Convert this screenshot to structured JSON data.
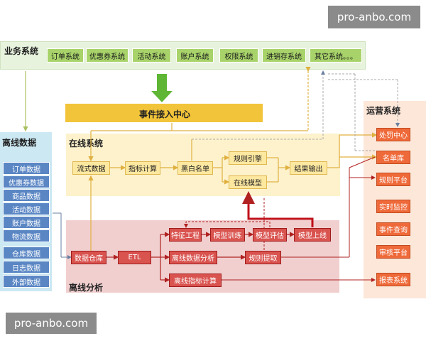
{
  "watermark_top": "pro-anbo.com",
  "watermark_bottom": "pro-anbo.com",
  "business": {
    "title": "业务系统",
    "systems": [
      "订单系统",
      "优惠券系统",
      "活动系统",
      "账户系统",
      "权限系统",
      "进销存系统",
      "其它系统。。。"
    ]
  },
  "event_center": "事件接入中心",
  "offline_data": {
    "title": "离线数据",
    "items": [
      "订单数据",
      "优惠券数据",
      "商品数据",
      "活动数据",
      "账户数据",
      "物流数据",
      "仓库数据",
      "日志数据",
      "外部数据"
    ]
  },
  "online": {
    "title": "在线系统",
    "flow": "流式数据",
    "metric": "指标计算",
    "blackwhite": "黑白名单",
    "rule_engine": "规则引擎",
    "online_model": "在线模型",
    "output": "结果输出"
  },
  "offline_analysis": {
    "title": "离线分析",
    "warehouse": "数据仓库",
    "etl": "ETL",
    "feature": "特征工程",
    "train": "模型训练",
    "evaluate": "模型评估",
    "deploy": "模型上线",
    "analysis": "离线数据分析",
    "extract": "规则提取",
    "indicator": "离线指标计算"
  },
  "ops": {
    "title": "运营系统",
    "items": [
      "处罚中心",
      "名单库",
      "规则平台",
      "实时监控",
      "事件查询",
      "审核平台",
      "报表系统"
    ]
  },
  "colors": {
    "business_bg": "#e8f3de",
    "online_bg": "#fdf2cc",
    "offline_bg": "#f1cfcf",
    "ops_bg": "#fce7d9",
    "offline_data_bg": "#cbe8f3"
  }
}
